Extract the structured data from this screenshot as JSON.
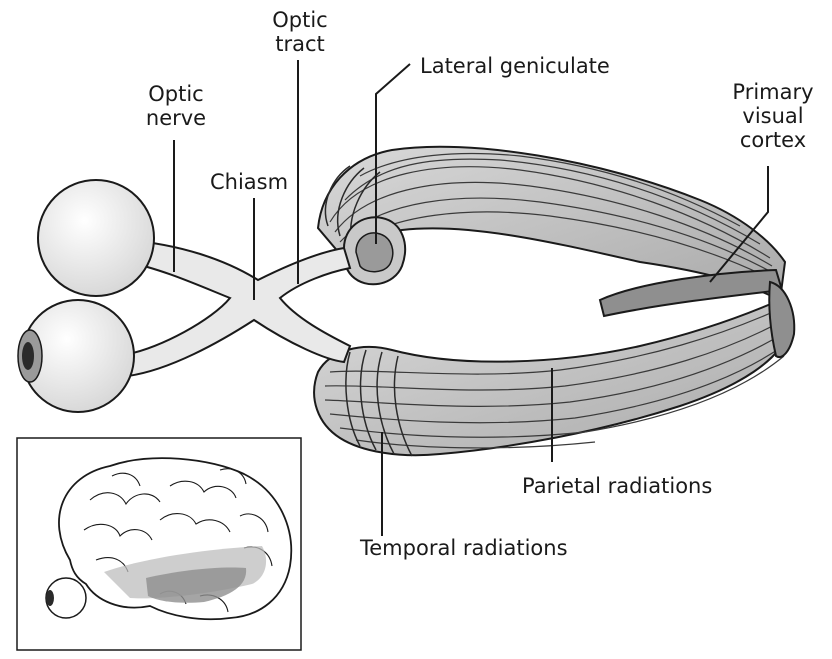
{
  "labels": {
    "optic_nerve": [
      "Optic",
      "nerve"
    ],
    "optic_tract": [
      "Optic",
      "tract"
    ],
    "chiasm": "Chiasm",
    "lateral_geniculate": "Lateral geniculate",
    "primary_visual_cortex": [
      "Primary",
      "visual",
      "cortex"
    ],
    "parietal_radiations": "Parietal radiations",
    "temporal_radiations": "Temporal radiations"
  },
  "colors": {
    "line": "#1a1a1a",
    "fill_light": "#eeeeee",
    "fill_mid": "#c9c9c9",
    "fill_dark": "#8f8f8f"
  }
}
